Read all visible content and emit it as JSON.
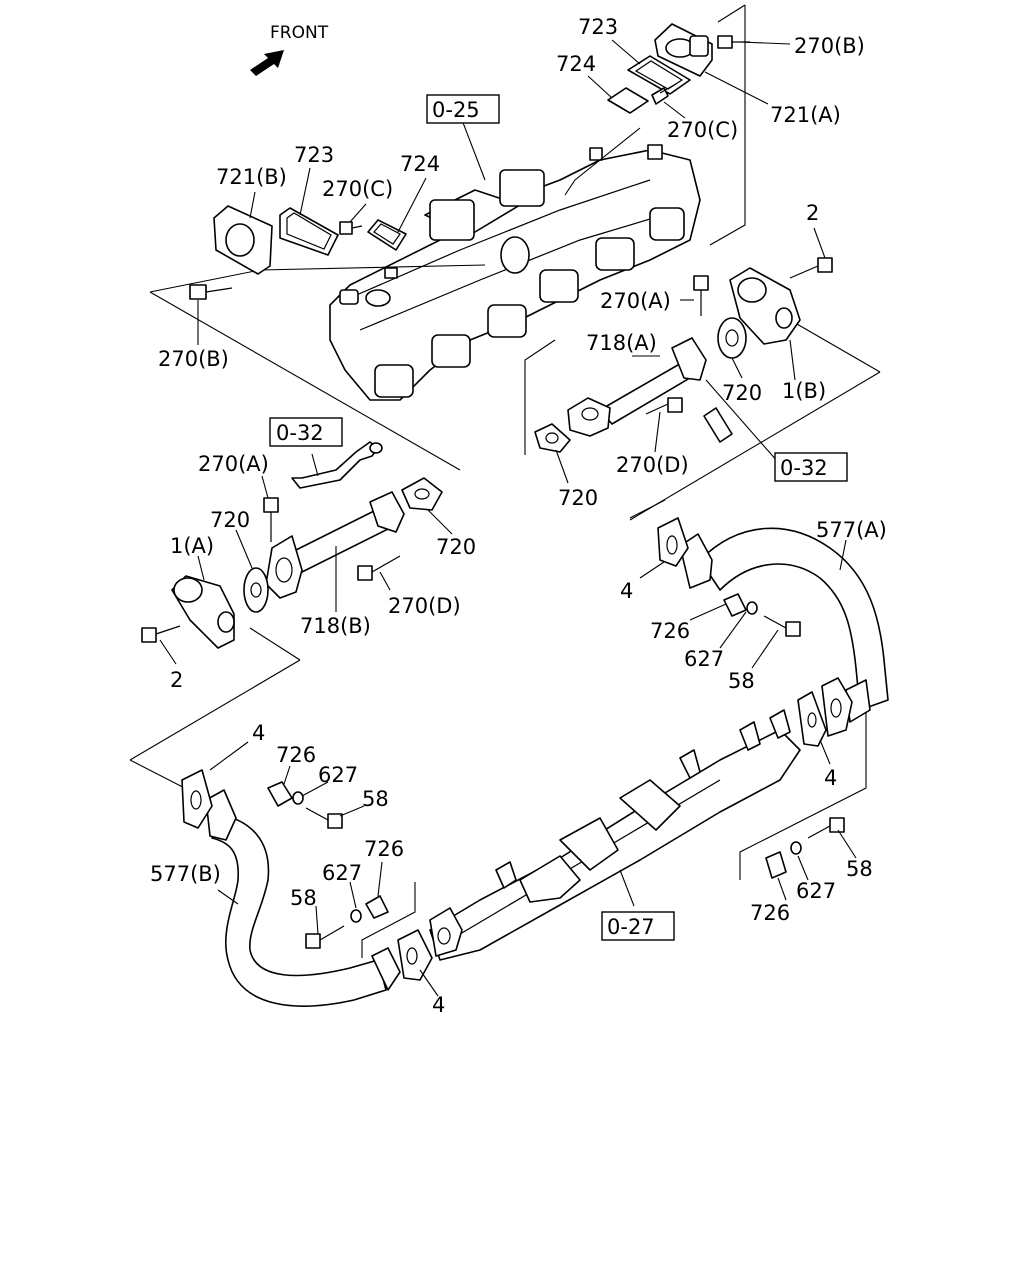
{
  "front_label": "FRONT",
  "refs": {
    "r025": "0-25",
    "r032a": "0-32",
    "r032b": "0-32",
    "r027": "0-27"
  },
  "labels": {
    "l723a": "723",
    "l724a": "724",
    "l270b_top": "270(B)",
    "l721a": "721(A)",
    "l270c_top": "270(C)",
    "l721b": "721(B)",
    "l723b": "723",
    "l724b": "724",
    "l270c_left": "270(C)",
    "l270b_left": "270(B)",
    "l2_right": "2",
    "l270a_right": "270(A)",
    "l718a": "718(A)",
    "l720_r1": "720",
    "l1b": "1(B)",
    "l270d_right": "270(D)",
    "l720_r2": "720",
    "l270a_left": "270(A)",
    "l720_l1": "720",
    "l1a": "1(A)",
    "l720_l2": "720",
    "l718b": "718(B)",
    "l270d_left": "270(D)",
    "l2_left": "2",
    "l577a": "577(A)",
    "l4_a": "4",
    "l726_a": "726",
    "l627_a": "627",
    "l58_a": "58",
    "l4_b": "4",
    "l4_c": "4",
    "l726_b": "726",
    "l627_b": "627",
    "l58_b": "58",
    "l726_c": "726",
    "l627_c": "627",
    "l577b": "577(B)",
    "l58_c": "58",
    "l4_d": "4",
    "l58_d": "58",
    "l627_d": "627",
    "l726_d": "726"
  }
}
